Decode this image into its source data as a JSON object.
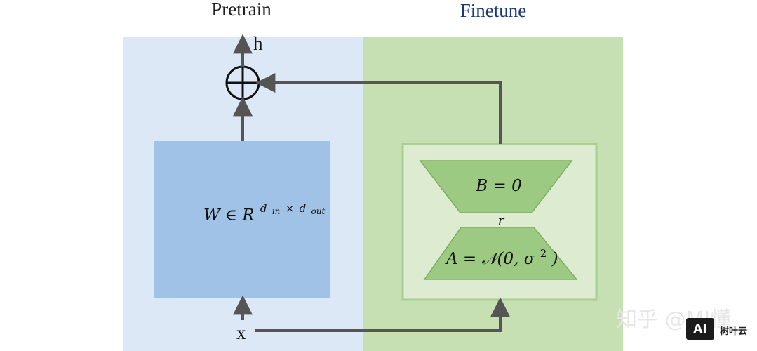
{
  "titles": {
    "pretrain": "Pretrain",
    "finetune": "Finetune"
  },
  "labels": {
    "output": "h",
    "input": "x",
    "rank": "r",
    "weight_base": "W ∈ R",
    "weight_sup_d1": "d",
    "weight_sup_in": "in",
    "weight_sup_times": "×",
    "weight_sup_d2": "d",
    "weight_sup_out": "out",
    "b_init": "B = 0",
    "a_init_base": "A = 𝒩(0, σ",
    "a_init_power": "2",
    "a_init_close": ")"
  },
  "watermark": {
    "text": "知乎 @MI懂",
    "logo_text": "AI",
    "logo_sub": "树叶云"
  },
  "colors": {
    "pretrain_bg": "#dde8f6",
    "finetune_bg": "#c6dfb3",
    "weight_box": "#a0c2e6",
    "adapter_outer": "#ddebd1",
    "adapter_border": "#a8cf90",
    "trapezoid_fill": "#9dca82",
    "arrow": "#555555",
    "title_pretrain": "#1f1f1f",
    "title_finetune": "#183a73",
    "rank_label": "#1d3f73"
  }
}
